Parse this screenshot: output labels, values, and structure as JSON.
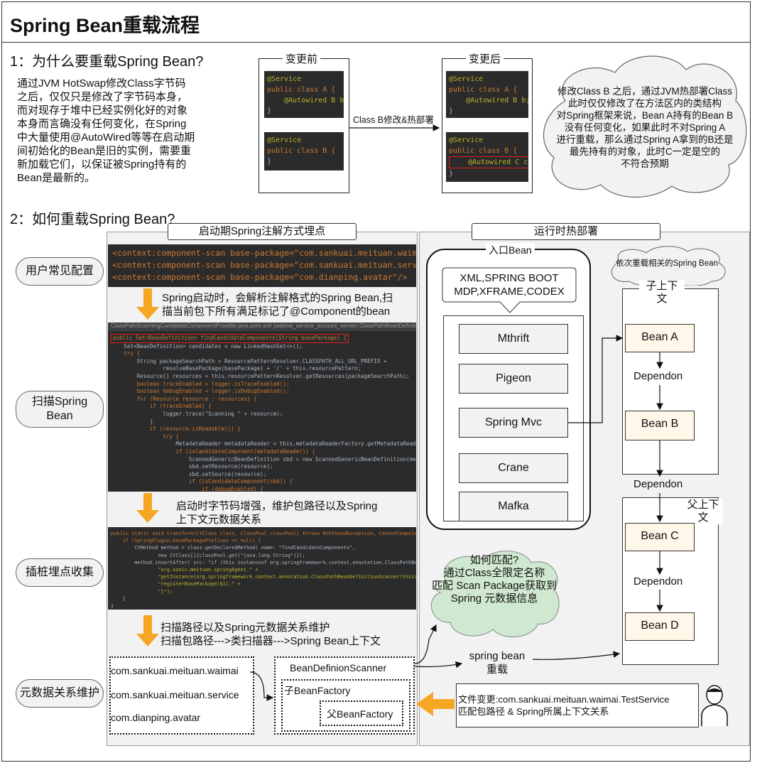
{
  "title": "Spring Bean重载流程",
  "section1": {
    "heading": "1：为什么要重载Spring Bean?",
    "paragraph_lines": [
      "通过JVM HotSwap修改Class字节码",
      "之后，仅仅只是修改了字节码本身，",
      "而对现存于堆中已经实例化好的对象",
      "本身而言确没有任何变化，在Spring",
      "中大量使用@AutoWired等等在启动期",
      "间初始化的Bean是旧的实例，需要重",
      "新加载它们，以保证被Spring持有的",
      "Bean是最新的。"
    ],
    "before_label": "变更前",
    "after_label": "变更后",
    "arrow_label": "Class B修改&热部署",
    "code_before_a": [
      "@Service",
      "public class A {",
      "    @Autowired B b;",
      "}"
    ],
    "code_before_b": [
      "@Service",
      "public class B {",
      "}"
    ],
    "code_after_a": [
      "@Service",
      "public class A {",
      "    @Autowired B b;",
      "}"
    ],
    "code_after_b": [
      "@Service",
      "public class B {",
      "    @Autowired C c;",
      "}"
    ],
    "cloud_lines": [
      "修改Class B 之后，通过JVM热部署Class",
      "此时仅仅修改了在方法区内的类结构",
      "对Spring框架来说，Bean A持有的Bean B",
      "没有任何变化，如果此时不对Spring A",
      "进行重载，那么通过Spring A拿到的B还是",
      "最先持有的对象，此时C一定是空的",
      "不符合预期"
    ]
  },
  "section2": {
    "heading": "2：如何重载Spring Bean?",
    "left_panel_title": "启动期Spring注解方式埋点",
    "right_panel_title": "运行时热部署",
    "labels": {
      "common_config": "用户常见配置",
      "scan_bean": [
        "扫描Spring",
        "Bean"
      ],
      "stub_collect": "插桩埋点收集",
      "metadata_maint": "元数据关系维护"
    },
    "component_scan_lines": [
      "<context:component-scan base-package=\"com.sankuai.meituan.waimai\"/>",
      "<context:component-scan base-package=\"com.sankuai.meituan.service\"/>",
      "<context:component-scan base-package=\"com.dianping.avatar\"/>"
    ],
    "step1_lines": [
      "Spring启动时，会解析注解格式的Spring Bean,扫",
      "描当前包下所有满足标记了@Component的bean"
    ],
    "step2_lines": [
      "启动时字节码增强，维护包路径以及Spring",
      "上下文元数据关系"
    ],
    "step3_lines": [
      "扫描路径以及Spring元数据关系维护",
      "扫描包路径--->类扫描器--->Spring Bean上下文"
    ],
    "ide_tabs": "ClassPathScanningCandidateComponentProvider.java    pom.xml (waimai_service_account_server)    ClassPathBeanDefinitionScanner.java    spring.handlers",
    "scan_code_first": "public Set<BeanDefinition> findCandidateComponents(String basePackage) {",
    "scan_code_lines": [
      "    Set<BeanDefinition> candidates = new LinkedHashSet<>();",
      "    try {",
      "        String packageSearchPath = ResourcePatternResolver.CLASSPATH_ALL_URL_PREFIX +",
      "                resolveBasePackage(basePackage) + '/' + this.resourcePattern;",
      "        Resource[] resources = this.resourcePatternResolver.getResources(packageSearchPath);",
      "        boolean traceEnabled = logger.isTraceEnabled();",
      "        boolean debugEnabled = logger.isDebugEnabled();",
      "        for (Resource resource : resources) {",
      "            if (traceEnabled) {",
      "                logger.trace(\"Scanning \" + resource);",
      "            }",
      "            if (resource.isReadable()) {",
      "                try {",
      "                    MetadataReader metadataReader = this.metadataReaderFactory.getMetadataReader(resource);",
      "                    if (isCandidateComponent(metadataReader)) {",
      "                        ScannedGenericBeanDefinition sbd = new ScannedGenericBeanDefinition(metadataReader);",
      "                        sbd.setResource(resource);",
      "                        sbd.setSource(resource);",
      "                        if (isCandidateComponent(sbd)) {",
      "                            if (debugEnabled) {"
    ],
    "transform_code_lines": [
      "public static void transform(CtClass clazz, ClassPool classPool) throws NotFoundException, CannotCompileException {",
      "    if (SpringPlugin.basePackagePrefixes == null) {",
      "        CtMethod method = clazz.getDeclaredMethod( name: \"findCandidateComponents\",",
      "                new CtClass[]{classPool.get(\"java.lang.String\")});",
      "        method.insertAfter( src: \"if (this instanceof org.springframework.context.annotation.ClassPathBeanDefinitionScanner) {\" +",
      "                \"org.sonic.meituan.springAgent.\" +",
      "                \"getInstance(org.springframework.context.annotation.ClassPathBeanDefinitionScanner)this).\" +",
      "                \"registerBasePackage($1);\" +",
      "                \"}\");",
      "    }",
      "}"
    ],
    "packages": [
      "com.sankuai.meituan.waimai",
      "com.sankuai.meituan.service",
      "com.dianping.avatar"
    ],
    "scanner_label": "BeanDefinionScanner",
    "child_factory": "子BeanFactory",
    "parent_factory": "父BeanFactory",
    "entry_bean_title": "入口Bean",
    "frameworks_lines": [
      "XML,SPRING BOOT",
      "MDP,XFRAME,CODEX"
    ],
    "frameworks": [
      "Mthrift",
      "Pigeon",
      "Spring Mvc",
      "Crane",
      "Mafka"
    ],
    "reload_cloud": "依次重载相关的Spring Bean",
    "child_context": [
      "子上下",
      "文"
    ],
    "parent_context": [
      "父上下",
      "文"
    ],
    "beans": [
      "Bean A",
      "Bean B",
      "Bean C",
      "Bean D"
    ],
    "dependon": "Dependon",
    "match_cloud_lines": [
      "如何匹配?",
      "通过Class全限定名称",
      "匹配 Scan Package获取到",
      "Spring 元数据信息"
    ],
    "spring_reload": [
      "spring bean",
      "重载"
    ],
    "file_change_lines": [
      "文件变更:com.sankuai.meituan.waimai.TestService",
      "匹配包路径 & Spring所属上下文关系"
    ]
  },
  "colors": {
    "code_bg": "#2b2b2b",
    "keyword": "#cc7832",
    "annotation": "#bbb529",
    "orange_arrow": "#f5a623",
    "cloud_green": "#cfe8cf",
    "panel_gray": "#f2f2f2",
    "bean_fill": "#fff8e8",
    "highlight_red": "#e02020"
  },
  "icons": [
    "down-arrow-icon",
    "left-arrow-icon",
    "person-icon",
    "cloud-shape"
  ]
}
